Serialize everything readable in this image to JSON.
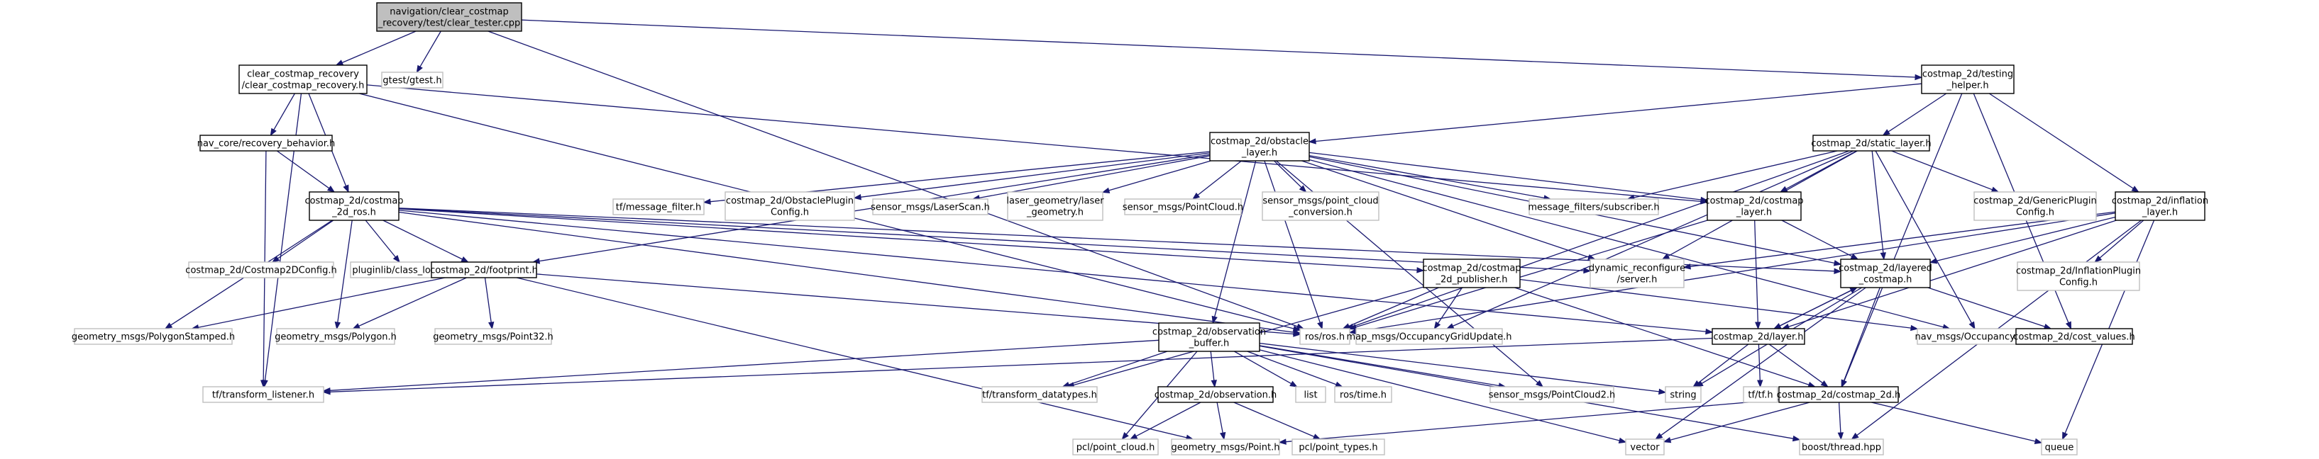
{
  "diagram": {
    "type": "include-dependency-graph",
    "colors": {
      "edge": "#191970",
      "node_fill": "#ffffff",
      "node_stroke": "#000000",
      "external_stroke": "#bfbfbf",
      "root_fill": "#bfbfbf",
      "text": "#000000"
    },
    "nodes": [
      {
        "id": "root",
        "label_lines": [
          "navigation/clear_costmap",
          "_recovery/test/clear_tester.cpp"
        ],
        "kind": "root"
      },
      {
        "id": "ccr",
        "label_lines": [
          "clear_costmap_recovery",
          "/clear_costmap_recovery.h"
        ],
        "kind": "internal"
      },
      {
        "id": "gtest",
        "label_lines": [
          "gtest/gtest.h"
        ],
        "kind": "external"
      },
      {
        "id": "testing",
        "label_lines": [
          "costmap_2d/testing",
          "_helper.h"
        ],
        "kind": "internal"
      },
      {
        "id": "navrb",
        "label_lines": [
          "nav_core/recovery_behavior.h"
        ],
        "kind": "internal"
      },
      {
        "id": "ros2d",
        "label_lines": [
          "costmap_2d/costmap",
          "_2d_ros.h"
        ],
        "kind": "internal"
      },
      {
        "id": "obstacle",
        "label_lines": [
          "costmap_2d/obstacle",
          "_layer.h"
        ],
        "kind": "internal"
      },
      {
        "id": "static",
        "label_lines": [
          "costmap_2d/static_layer.h"
        ],
        "kind": "internal"
      },
      {
        "id": "inflation",
        "label_lines": [
          "costmap_2d/inflation",
          "_layer.h"
        ],
        "kind": "internal"
      },
      {
        "id": "tfmf",
        "label_lines": [
          "tf/message_filter.h"
        ],
        "kind": "external"
      },
      {
        "id": "obscfg",
        "label_lines": [
          "costmap_2d/ObstaclePlugin",
          "Config.h"
        ],
        "kind": "external"
      },
      {
        "id": "laserscan",
        "label_lines": [
          "sensor_msgs/LaserScan.h"
        ],
        "kind": "external"
      },
      {
        "id": "lasergeo",
        "label_lines": [
          "laser_geometry/laser",
          "_geometry.h"
        ],
        "kind": "external"
      },
      {
        "id": "pointcloud",
        "label_lines": [
          "sensor_msgs/PointCloud.h"
        ],
        "kind": "external"
      },
      {
        "id": "pcconv",
        "label_lines": [
          "sensor_msgs/point_cloud",
          "_conversion.h"
        ],
        "kind": "external"
      },
      {
        "id": "msgsub",
        "label_lines": [
          "message_filters/subscriber.h"
        ],
        "kind": "external"
      },
      {
        "id": "cmlayer",
        "label_lines": [
          "costmap_2d/costmap",
          "_layer.h"
        ],
        "kind": "internal"
      },
      {
        "id": "genplug",
        "label_lines": [
          "costmap_2d/GenericPlugin",
          "Config.h"
        ],
        "kind": "external"
      },
      {
        "id": "inflcfg",
        "label_lines": [
          "costmap_2d/InflationPlugin",
          "Config.h"
        ],
        "kind": "external"
      },
      {
        "id": "cm2dcfg",
        "label_lines": [
          "costmap_2d/Costmap2DConfig.h"
        ],
        "kind": "external"
      },
      {
        "id": "classloader",
        "label_lines": [
          "pluginlib/class_loader.h"
        ],
        "kind": "external"
      },
      {
        "id": "footprint",
        "label_lines": [
          "costmap_2d/footprint.h"
        ],
        "kind": "internal"
      },
      {
        "id": "publisher",
        "label_lines": [
          "costmap_2d/costmap",
          "_2d_publisher.h"
        ],
        "kind": "internal"
      },
      {
        "id": "dynrec",
        "label_lines": [
          "dynamic_reconfigure",
          "/server.h"
        ],
        "kind": "external"
      },
      {
        "id": "layered",
        "label_lines": [
          "costmap_2d/layered",
          "_costmap.h"
        ],
        "kind": "internal"
      },
      {
        "id": "polystamped",
        "label_lines": [
          "geometry_msgs/PolygonStamped.h"
        ],
        "kind": "external"
      },
      {
        "id": "polygon",
        "label_lines": [
          "geometry_msgs/Polygon.h"
        ],
        "kind": "external"
      },
      {
        "id": "point32",
        "label_lines": [
          "geometry_msgs/Point32.h"
        ],
        "kind": "external"
      },
      {
        "id": "rosh",
        "label_lines": [
          "ros/ros.h"
        ],
        "kind": "external"
      },
      {
        "id": "obsbuf",
        "label_lines": [
          "costmap_2d/observation",
          "_buffer.h"
        ],
        "kind": "internal"
      },
      {
        "id": "mapupd",
        "label_lines": [
          "map_msgs/OccupancyGridUpdate.h"
        ],
        "kind": "external"
      },
      {
        "id": "layerh",
        "label_lines": [
          "costmap_2d/layer.h"
        ],
        "kind": "internal"
      },
      {
        "id": "occgrid",
        "label_lines": [
          "nav_msgs/OccupancyGrid.h"
        ],
        "kind": "external"
      },
      {
        "id": "costvals",
        "label_lines": [
          "costmap_2d/cost_values.h"
        ],
        "kind": "internal"
      },
      {
        "id": "tflistener",
        "label_lines": [
          "tf/transform_listener.h"
        ],
        "kind": "external"
      },
      {
        "id": "tfdatatypes",
        "label_lines": [
          "tf/transform_datatypes.h"
        ],
        "kind": "external"
      },
      {
        "id": "observation",
        "label_lines": [
          "costmap_2d/observation.h"
        ],
        "kind": "internal"
      },
      {
        "id": "list",
        "label_lines": [
          "list"
        ],
        "kind": "external"
      },
      {
        "id": "rostime",
        "label_lines": [
          "ros/time.h"
        ],
        "kind": "external"
      },
      {
        "id": "pc2",
        "label_lines": [
          "sensor_msgs/PointCloud2.h"
        ],
        "kind": "external"
      },
      {
        "id": "string",
        "label_lines": [
          "string"
        ],
        "kind": "external"
      },
      {
        "id": "tfh",
        "label_lines": [
          "tf/tf.h"
        ],
        "kind": "external"
      },
      {
        "id": "cm2d",
        "label_lines": [
          "costmap_2d/costmap_2d.h"
        ],
        "kind": "internal"
      },
      {
        "id": "pclcloud",
        "label_lines": [
          "pcl/point_cloud.h"
        ],
        "kind": "external"
      },
      {
        "id": "gpoint",
        "label_lines": [
          "geometry_msgs/Point.h"
        ],
        "kind": "external"
      },
      {
        "id": "pcltypes",
        "label_lines": [
          "pcl/point_types.h"
        ],
        "kind": "external"
      },
      {
        "id": "vector",
        "label_lines": [
          "vector"
        ],
        "kind": "external"
      },
      {
        "id": "boostthread",
        "label_lines": [
          "boost/thread.hpp"
        ],
        "kind": "external"
      },
      {
        "id": "queue",
        "label_lines": [
          "queue"
        ],
        "kind": "external"
      }
    ]
  }
}
